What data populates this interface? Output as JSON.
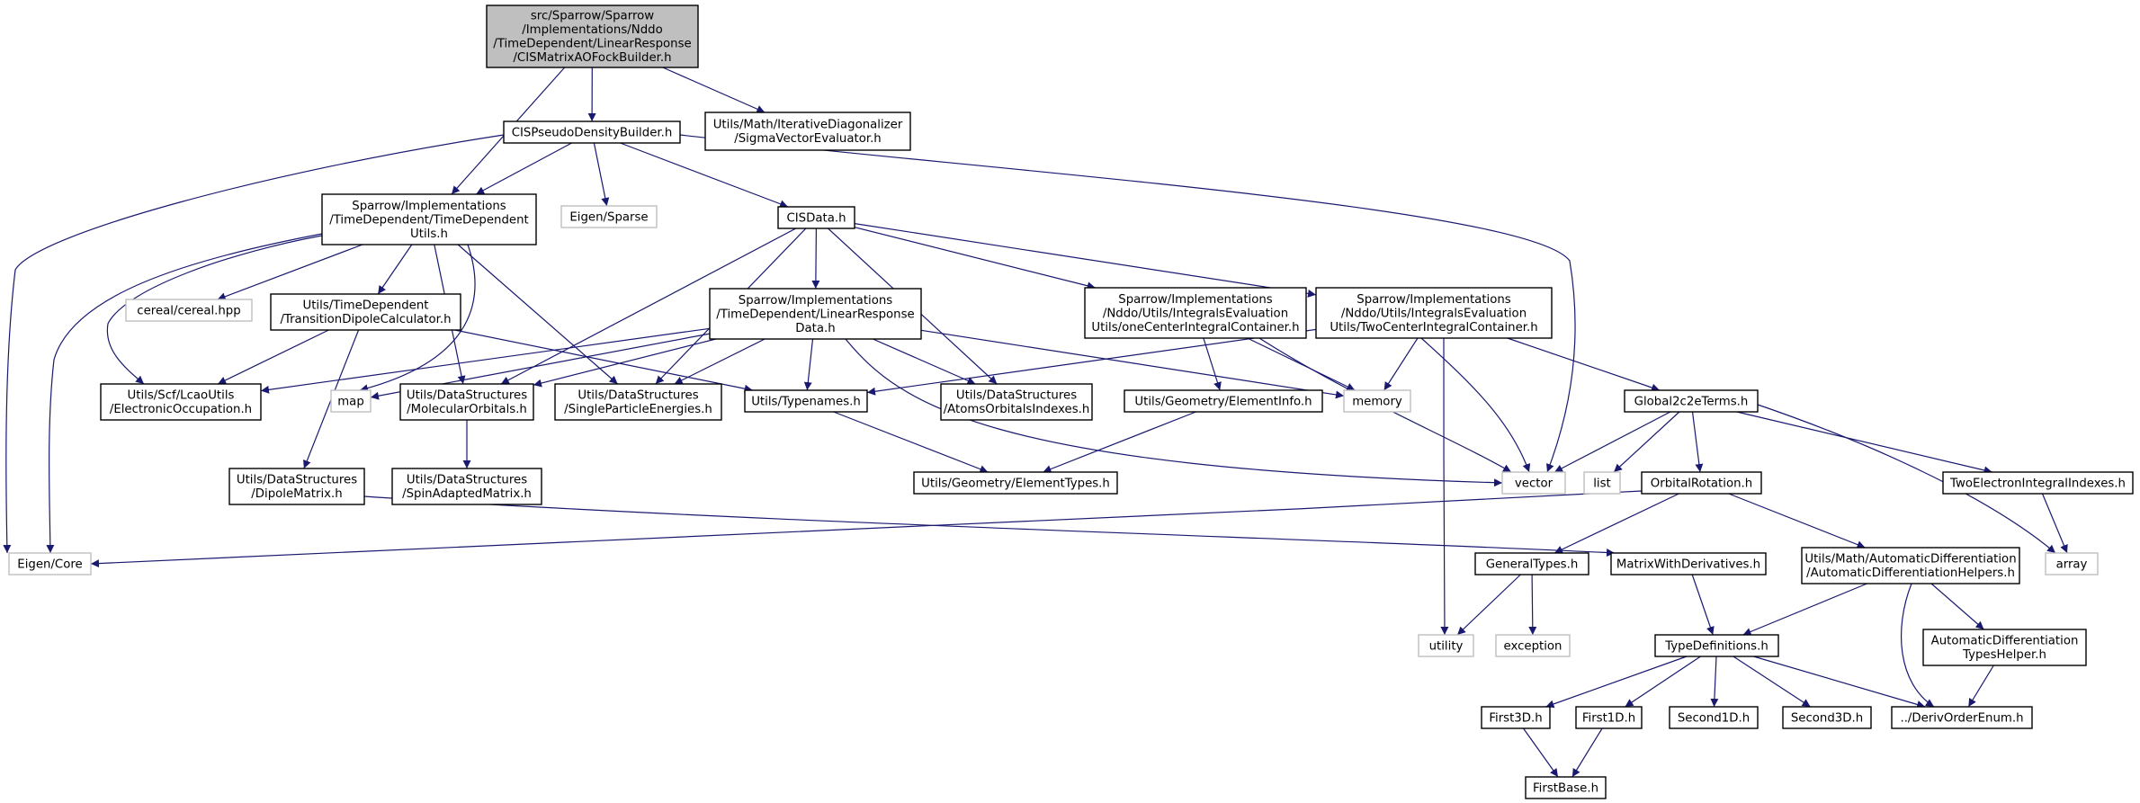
{
  "graph": {
    "nodes": [
      {
        "id": "root",
        "lines": [
          "src/Sparrow/Sparrow",
          "/Implementations/Nddo",
          "/TimeDependent/LinearResponse",
          "/CISMatrixAOFockBuilder.h"
        ],
        "style": "root"
      },
      {
        "id": "cispdb",
        "lines": [
          "CISPseudoDensityBuilder.h"
        ],
        "style": "file"
      },
      {
        "id": "sigma",
        "lines": [
          "Utils/Math/IterativeDiagonalizer",
          "/SigmaVectorEvaluator.h"
        ],
        "style": "file"
      },
      {
        "id": "tdutils",
        "lines": [
          "Sparrow/Implementations",
          "/TimeDependent/TimeDependent",
          "Utils.h"
        ],
        "style": "file"
      },
      {
        "id": "eigensparse",
        "lines": [
          "Eigen/Sparse"
        ],
        "style": "system"
      },
      {
        "id": "cisdata",
        "lines": [
          "CISData.h"
        ],
        "style": "file"
      },
      {
        "id": "cereal",
        "lines": [
          "cereal/cereal.hpp"
        ],
        "style": "system"
      },
      {
        "id": "tdc",
        "lines": [
          "Utils/TimeDependent",
          "/TransitionDipoleCalculator.h"
        ],
        "style": "file"
      },
      {
        "id": "lrdata",
        "lines": [
          "Sparrow/Implementations",
          "/TimeDependent/LinearResponse",
          "Data.h"
        ],
        "style": "file"
      },
      {
        "id": "onecenter",
        "lines": [
          "Sparrow/Implementations",
          "/Nddo/Utils/IntegralsEvaluation",
          "Utils/oneCenterIntegralContainer.h"
        ],
        "style": "file"
      },
      {
        "id": "twocenter",
        "lines": [
          "Sparrow/Implementations",
          "/Nddo/Utils/IntegralsEvaluation",
          "Utils/TwoCenterIntegralContainer.h"
        ],
        "style": "file"
      },
      {
        "id": "eocc",
        "lines": [
          "Utils/Scf/LcaoUtils",
          "/ElectronicOccupation.h"
        ],
        "style": "file"
      },
      {
        "id": "map",
        "lines": [
          "map"
        ],
        "style": "system"
      },
      {
        "id": "molorb",
        "lines": [
          "Utils/DataStructures",
          "/MolecularOrbitals.h"
        ],
        "style": "file"
      },
      {
        "id": "spe",
        "lines": [
          "Utils/DataStructures",
          "/SingleParticleEnergies.h"
        ],
        "style": "file"
      },
      {
        "id": "typenames",
        "lines": [
          "Utils/Typenames.h"
        ],
        "style": "file"
      },
      {
        "id": "aoi",
        "lines": [
          "Utils/DataStructures",
          "/AtomsOrbitalsIndexes.h"
        ],
        "style": "file"
      },
      {
        "id": "elinfo",
        "lines": [
          "Utils/Geometry/ElementInfo.h"
        ],
        "style": "file"
      },
      {
        "id": "memory",
        "lines": [
          "memory"
        ],
        "style": "system"
      },
      {
        "id": "g2c2e",
        "lines": [
          "Global2c2eTerms.h"
        ],
        "style": "file"
      },
      {
        "id": "dipole",
        "lines": [
          "Utils/DataStructures",
          "/DipoleMatrix.h"
        ],
        "style": "file"
      },
      {
        "id": "sam",
        "lines": [
          "Utils/DataStructures",
          "/SpinAdaptedMatrix.h"
        ],
        "style": "file"
      },
      {
        "id": "eltypes",
        "lines": [
          "Utils/Geometry/ElementTypes.h"
        ],
        "style": "file"
      },
      {
        "id": "vector",
        "lines": [
          "vector"
        ],
        "style": "system"
      },
      {
        "id": "list",
        "lines": [
          "list"
        ],
        "style": "system"
      },
      {
        "id": "orbrot",
        "lines": [
          "OrbitalRotation.h"
        ],
        "style": "file"
      },
      {
        "id": "teii",
        "lines": [
          "TwoElectronIntegralIndexes.h"
        ],
        "style": "file"
      },
      {
        "id": "eigencore",
        "lines": [
          "Eigen/Core"
        ],
        "style": "system"
      },
      {
        "id": "gentypes",
        "lines": [
          "GeneralTypes.h"
        ],
        "style": "file"
      },
      {
        "id": "mwd",
        "lines": [
          "MatrixWithDerivatives.h"
        ],
        "style": "file"
      },
      {
        "id": "adh",
        "lines": [
          "Utils/Math/AutomaticDifferentiation",
          "/AutomaticDifferentiationHelpers.h"
        ],
        "style": "file"
      },
      {
        "id": "array",
        "lines": [
          "array"
        ],
        "style": "system"
      },
      {
        "id": "utility",
        "lines": [
          "utility"
        ],
        "style": "system"
      },
      {
        "id": "exception",
        "lines": [
          "exception"
        ],
        "style": "system"
      },
      {
        "id": "typedefs",
        "lines": [
          "TypeDefinitions.h"
        ],
        "style": "file"
      },
      {
        "id": "adth",
        "lines": [
          "AutomaticDifferentiation",
          "TypesHelper.h"
        ],
        "style": "file"
      },
      {
        "id": "first3d",
        "lines": [
          "First3D.h"
        ],
        "style": "file"
      },
      {
        "id": "first1d",
        "lines": [
          "First1D.h"
        ],
        "style": "file"
      },
      {
        "id": "second1d",
        "lines": [
          "Second1D.h"
        ],
        "style": "file"
      },
      {
        "id": "second3d",
        "lines": [
          "Second3D.h"
        ],
        "style": "file"
      },
      {
        "id": "derivorder",
        "lines": [
          "../DerivOrderEnum.h"
        ],
        "style": "file"
      },
      {
        "id": "firstbase",
        "lines": [
          "FirstBase.h"
        ],
        "style": "file"
      }
    ],
    "edges": [
      [
        "root",
        "tdutils"
      ],
      [
        "root",
        "cispdb"
      ],
      [
        "root",
        "sigma"
      ],
      [
        "cispdb",
        "tdutils"
      ],
      [
        "cispdb",
        "eigensparse"
      ],
      [
        "cispdb",
        "cisdata"
      ],
      [
        "cispdb",
        "eigencore"
      ],
      [
        "cispdb",
        "vector"
      ],
      [
        "tdutils",
        "cereal"
      ],
      [
        "tdutils",
        "tdc"
      ],
      [
        "tdutils",
        "eocc"
      ],
      [
        "tdutils",
        "map"
      ],
      [
        "tdutils",
        "molorb"
      ],
      [
        "tdutils",
        "spe"
      ],
      [
        "tdutils",
        "eigencore"
      ],
      [
        "cisdata",
        "lrdata"
      ],
      [
        "cisdata",
        "onecenter"
      ],
      [
        "cisdata",
        "twocenter"
      ],
      [
        "cisdata",
        "molorb"
      ],
      [
        "cisdata",
        "spe"
      ],
      [
        "cisdata",
        "aoi"
      ],
      [
        "tdc",
        "eocc"
      ],
      [
        "tdc",
        "typenames"
      ],
      [
        "tdc",
        "dipole"
      ],
      [
        "lrdata",
        "eocc"
      ],
      [
        "lrdata",
        "map"
      ],
      [
        "lrdata",
        "molorb"
      ],
      [
        "lrdata",
        "spe"
      ],
      [
        "lrdata",
        "typenames"
      ],
      [
        "lrdata",
        "aoi"
      ],
      [
        "lrdata",
        "memory"
      ],
      [
        "lrdata",
        "vector"
      ],
      [
        "onecenter",
        "elinfo"
      ],
      [
        "onecenter",
        "memory"
      ],
      [
        "onecenter",
        "vector"
      ],
      [
        "twocenter",
        "typenames"
      ],
      [
        "twocenter",
        "memory"
      ],
      [
        "twocenter",
        "g2c2e"
      ],
      [
        "twocenter",
        "vector"
      ],
      [
        "twocenter",
        "utility"
      ],
      [
        "molorb",
        "sam"
      ],
      [
        "typenames",
        "eltypes"
      ],
      [
        "elinfo",
        "eltypes"
      ],
      [
        "g2c2e",
        "vector"
      ],
      [
        "g2c2e",
        "list"
      ],
      [
        "g2c2e",
        "orbrot"
      ],
      [
        "g2c2e",
        "teii"
      ],
      [
        "g2c2e",
        "array"
      ],
      [
        "dipole",
        "mwd"
      ],
      [
        "orbrot",
        "eigencore"
      ],
      [
        "orbrot",
        "gentypes"
      ],
      [
        "orbrot",
        "adh"
      ],
      [
        "teii",
        "array"
      ],
      [
        "gentypes",
        "utility"
      ],
      [
        "gentypes",
        "exception"
      ],
      [
        "mwd",
        "typedefs"
      ],
      [
        "adh",
        "typedefs"
      ],
      [
        "adh",
        "adth"
      ],
      [
        "adh",
        "derivorder"
      ],
      [
        "typedefs",
        "first3d"
      ],
      [
        "typedefs",
        "first1d"
      ],
      [
        "typedefs",
        "second1d"
      ],
      [
        "typedefs",
        "second3d"
      ],
      [
        "typedefs",
        "derivorder"
      ],
      [
        "adth",
        "derivorder"
      ],
      [
        "first3d",
        "firstbase"
      ],
      [
        "first1d",
        "firstbase"
      ]
    ]
  },
  "colors": {
    "edge": "#191970",
    "file_border": "#000000",
    "system_border": "#bfbfbf",
    "root_fill": "#bfbfbf",
    "fill": "#ffffff"
  }
}
